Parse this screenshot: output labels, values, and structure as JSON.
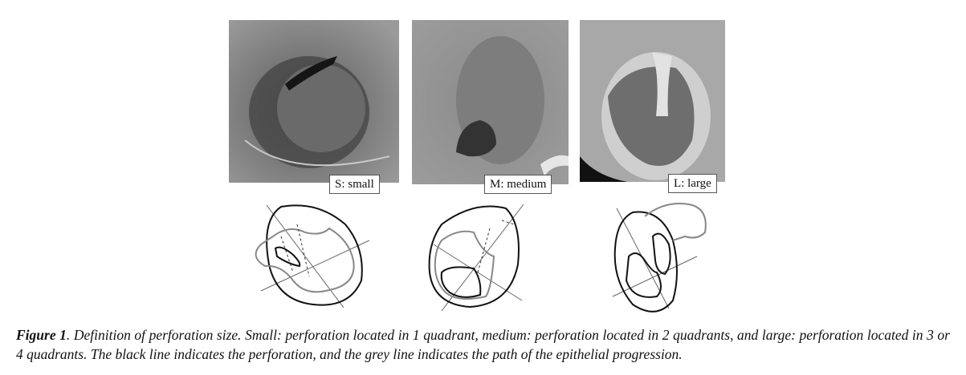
{
  "figure": {
    "panels": [
      {
        "label": "S: small"
      },
      {
        "label": "M: medium"
      },
      {
        "label": "L: large"
      }
    ],
    "caption": {
      "prefix": "Figure 1",
      "text": ". Definition of perforation size. Small: perforation located in 1 quadrant, medium: perforation located in 2 quadrants, and large: perforation located in 3 or 4 quadrants. The black line indicates the perforation, and the grey line indicates the path of the epithelial progression."
    }
  }
}
